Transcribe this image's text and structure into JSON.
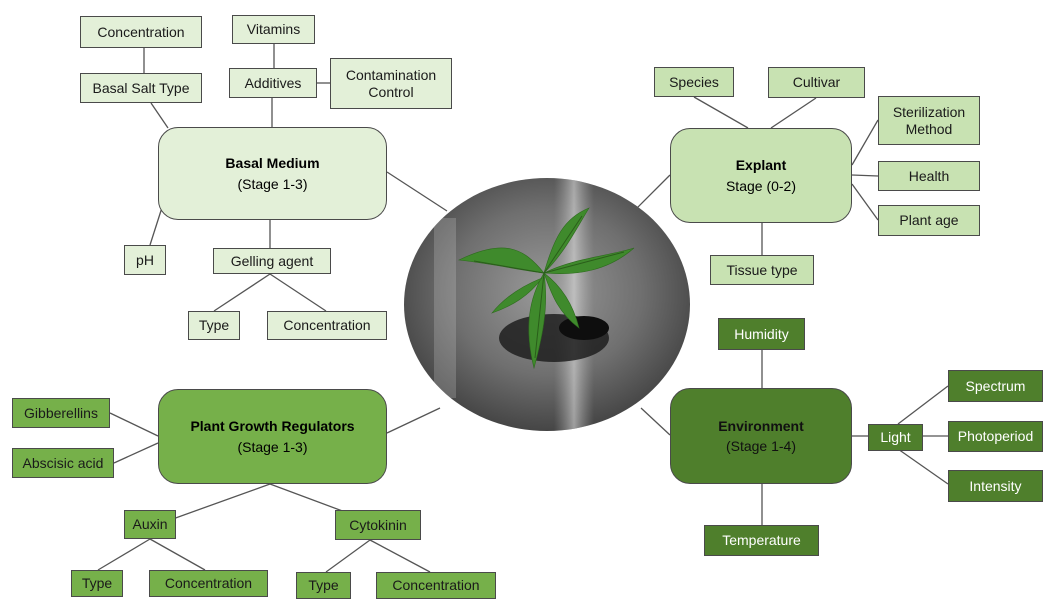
{
  "hubs": {
    "basal": {
      "title": "Basal Medium",
      "stage": "(Stage 1-3)"
    },
    "explant": {
      "title": "Explant",
      "stage": "Stage (0-2)"
    },
    "pgr": {
      "title": "Plant Growth Regulators",
      "stage": "(Stage 1-3)"
    },
    "env": {
      "title": "Environment",
      "stage": "(Stage 1-4)"
    }
  },
  "basal": {
    "concentration": "Concentration",
    "basal_salt_type": "Basal Salt Type",
    "vitamins": "Vitamins",
    "additives": "Additives",
    "contamination_control": "Contamination\nControl",
    "ph": "pH",
    "gelling_agent": "Gelling agent",
    "gel_type": "Type",
    "gel_concentration": "Concentration"
  },
  "explant": {
    "species": "Species",
    "cultivar": "Cultivar",
    "sterilization_method": "Sterilization\nMethod",
    "health": "Health",
    "plant_age": "Plant age",
    "tissue_type": "Tissue type"
  },
  "pgr": {
    "gibberellins": "Gibberellins",
    "abscisic_acid": "Abscisic acid",
    "auxin": "Auxin",
    "cytokinin": "Cytokinin",
    "auxin_type": "Type",
    "auxin_concentration": "Concentration",
    "cyto_type": "Type",
    "cyto_concentration": "Concentration"
  },
  "env": {
    "humidity": "Humidity",
    "temperature": "Temperature",
    "light": "Light",
    "spectrum": "Spectrum",
    "photoperiod": "Photoperiod",
    "intensity": "Intensity"
  },
  "colors": {
    "basal": "#e3f0d8",
    "explant": "#c8e2b2",
    "pgr": "#76b04a",
    "environment": "#4f7f2c"
  }
}
